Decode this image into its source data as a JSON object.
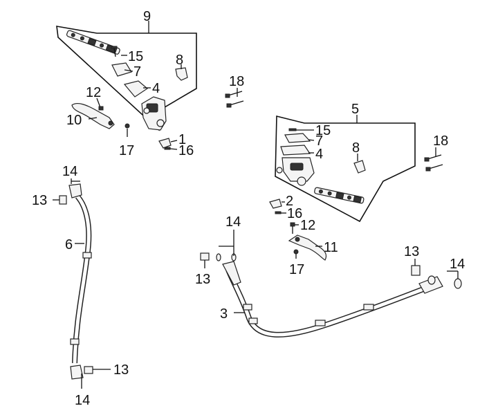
{
  "callouts": [
    {
      "id": "c9",
      "text": "9"
    },
    {
      "id": "c15a",
      "text": "15"
    },
    {
      "id": "c7a",
      "text": "7"
    },
    {
      "id": "c8a",
      "text": "8"
    },
    {
      "id": "c4a",
      "text": "4"
    },
    {
      "id": "c12a",
      "text": "12"
    },
    {
      "id": "c10",
      "text": "10"
    },
    {
      "id": "c17a",
      "text": "17"
    },
    {
      "id": "c1",
      "text": "1"
    },
    {
      "id": "c16a",
      "text": "16"
    },
    {
      "id": "c18a",
      "text": "18"
    },
    {
      "id": "c5",
      "text": "5"
    },
    {
      "id": "c15b",
      "text": "15"
    },
    {
      "id": "c7b",
      "text": "7"
    },
    {
      "id": "c4b",
      "text": "4"
    },
    {
      "id": "c8b",
      "text": "8"
    },
    {
      "id": "c18b",
      "text": "18"
    },
    {
      "id": "c14a",
      "text": "14"
    },
    {
      "id": "c13a",
      "text": "13"
    },
    {
      "id": "c6",
      "text": "6"
    },
    {
      "id": "c13b",
      "text": "13"
    },
    {
      "id": "c14b",
      "text": "14"
    },
    {
      "id": "c2",
      "text": "2"
    },
    {
      "id": "c16b",
      "text": "16"
    },
    {
      "id": "c12b",
      "text": "12"
    },
    {
      "id": "c11",
      "text": "11"
    },
    {
      "id": "c17b",
      "text": "17"
    },
    {
      "id": "c14c",
      "text": "14"
    },
    {
      "id": "c13c",
      "text": "13"
    },
    {
      "id": "c3",
      "text": "3"
    },
    {
      "id": "c13d",
      "text": "13"
    },
    {
      "id": "c14d",
      "text": "14"
    }
  ],
  "colors": {
    "ink": "#111111",
    "background": "#ffffff"
  }
}
